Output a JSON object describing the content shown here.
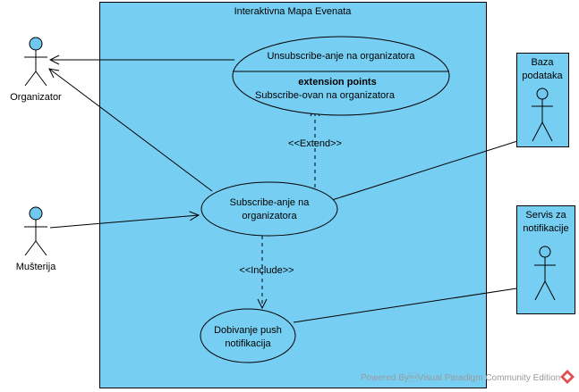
{
  "system": {
    "title": "Interaktivna Mapa Evenata"
  },
  "actors": {
    "organizator": "Organizator",
    "musterija": "Mušterija",
    "baza": [
      "Baza",
      "podataka"
    ],
    "servis": [
      "Servis za",
      "notifikacije"
    ]
  },
  "use_cases": {
    "unsubscribe": "Unsubscribe-anje na organizatora",
    "extension_title": "extension points",
    "extension_point": "Subscribe-ovan na organizatora",
    "subscribe": [
      "Subscribe-anje na",
      "organizatora"
    ],
    "push": [
      "Dobivanje push",
      "notifikacija"
    ]
  },
  "relations": {
    "extend": "<<Extend>>",
    "include": "<<Include>>"
  },
  "colors": {
    "fill": "#76cff3",
    "stroke": "#000000",
    "actor_head": "#6fc8ef"
  },
  "footer": {
    "watermark": "Powered By\u0010Visual Paradigm Community Edition"
  }
}
